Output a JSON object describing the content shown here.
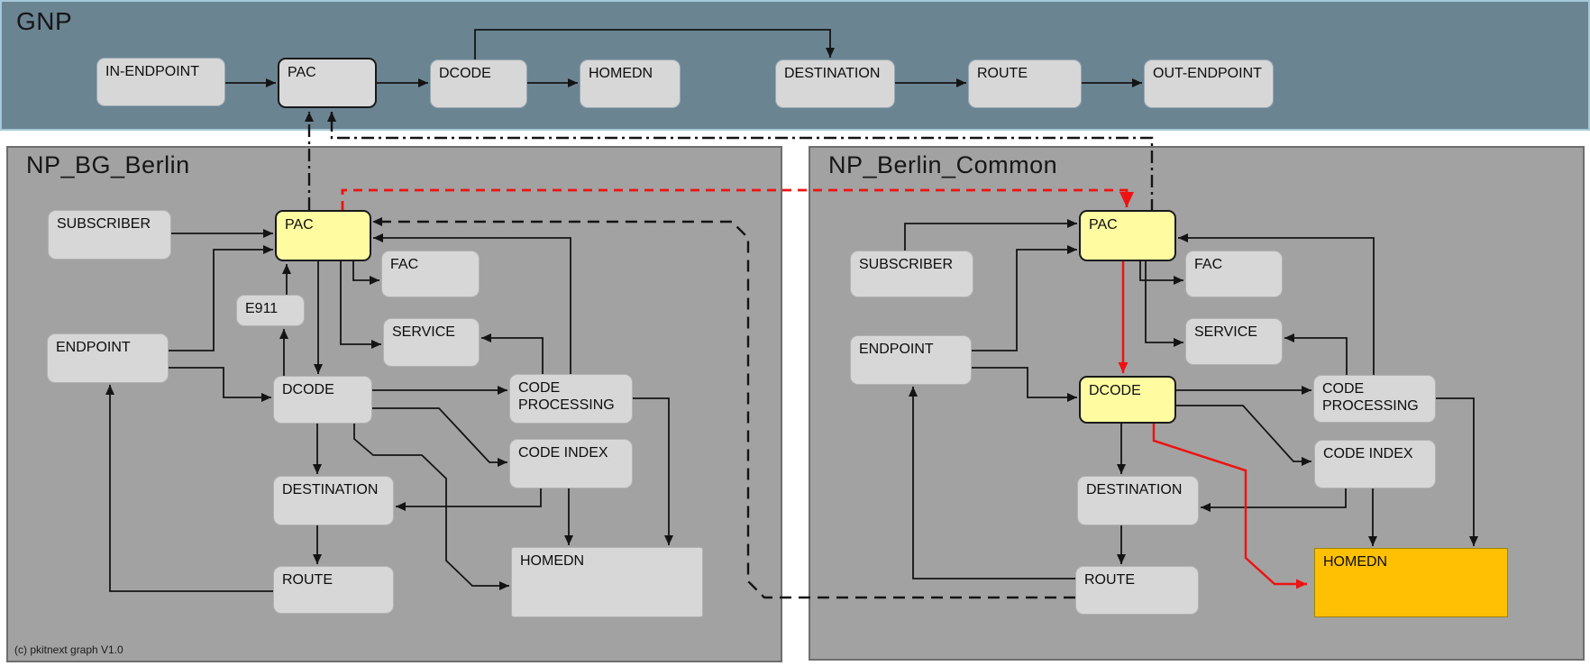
{
  "diagram": {
    "footer": "(c) pkitnext graph V1.0",
    "colors": {
      "gnp_bg": "#6b8492",
      "gnp_border": "#a5c9d8",
      "panel_bg": "#a2a2a2",
      "panel_border": "#6e6e6e",
      "node_bg": "#d7d7d7",
      "highlight_yellow": "#fffba1",
      "highlight_orange": "#ffc003",
      "line_black": "#141414",
      "line_red": "#ee1212",
      "gap_white": "#ffffff"
    },
    "panels": [
      {
        "id": "gnp",
        "title": "GNP",
        "nodes": [
          {
            "id": "gnp.in_endpoint",
            "label": "IN-ENDPOINT",
            "variant": "gnp"
          },
          {
            "id": "gnp.pac",
            "label": "PAC",
            "variant": "gnp-outlined"
          },
          {
            "id": "gnp.dcode",
            "label": "DCODE",
            "variant": "gnp"
          },
          {
            "id": "gnp.homedn",
            "label": "HOMEDN",
            "variant": "gnp"
          },
          {
            "id": "gnp.destination",
            "label": "DESTINATION",
            "variant": "gnp"
          },
          {
            "id": "gnp.route",
            "label": "ROUTE",
            "variant": "gnp"
          },
          {
            "id": "gnp.out_endpoint",
            "label": "OUT-ENDPOINT",
            "variant": "gnp"
          }
        ]
      },
      {
        "id": "np_bg_berlin",
        "title": "NP_BG_Berlin",
        "nodes": [
          {
            "id": "bg.subscriber",
            "label": "SUBSCRIBER",
            "variant": "plain"
          },
          {
            "id": "bg.pac",
            "label": "PAC",
            "variant": "yellow"
          },
          {
            "id": "bg.fac",
            "label": "FAC",
            "variant": "plain"
          },
          {
            "id": "bg.e911",
            "label": "E911",
            "variant": "plain"
          },
          {
            "id": "bg.service",
            "label": "SERVICE",
            "variant": "plain"
          },
          {
            "id": "bg.endpoint",
            "label": "ENDPOINT",
            "variant": "plain"
          },
          {
            "id": "bg.dcode",
            "label": "DCODE",
            "variant": "plain"
          },
          {
            "id": "bg.code_processing",
            "label": "CODE PROCESSING",
            "variant": "plain"
          },
          {
            "id": "bg.code_index",
            "label": "CODE INDEX",
            "variant": "plain"
          },
          {
            "id": "bg.destination",
            "label": "DESTINATION",
            "variant": "plain"
          },
          {
            "id": "bg.route",
            "label": "ROUTE",
            "variant": "plain"
          },
          {
            "id": "bg.homedn",
            "label": "HOMEDN",
            "variant": "wide"
          }
        ]
      },
      {
        "id": "np_berlin_common",
        "title": "NP_Berlin_Common",
        "nodes": [
          {
            "id": "cm.subscriber",
            "label": "SUBSCRIBER",
            "variant": "plain"
          },
          {
            "id": "cm.pac",
            "label": "PAC",
            "variant": "yellow"
          },
          {
            "id": "cm.fac",
            "label": "FAC",
            "variant": "plain"
          },
          {
            "id": "cm.service",
            "label": "SERVICE",
            "variant": "plain"
          },
          {
            "id": "cm.endpoint",
            "label": "ENDPOINT",
            "variant": "plain"
          },
          {
            "id": "cm.dcode",
            "label": "DCODE",
            "variant": "yellow"
          },
          {
            "id": "cm.code_processing",
            "label": "CODE PROCESSING",
            "variant": "plain"
          },
          {
            "id": "cm.code_index",
            "label": "CODE INDEX",
            "variant": "plain"
          },
          {
            "id": "cm.destination",
            "label": "DESTINATION",
            "variant": "plain"
          },
          {
            "id": "cm.route",
            "label": "ROUTE",
            "variant": "plain"
          },
          {
            "id": "cm.homedn",
            "label": "HOMEDN",
            "variant": "orange-wide"
          }
        ]
      }
    ],
    "edges": [
      {
        "id": "g1",
        "from": "gnp.in_endpoint",
        "to": "gnp.pac",
        "style": "solid"
      },
      {
        "id": "g2",
        "from": "gnp.pac",
        "to": "gnp.dcode",
        "style": "solid"
      },
      {
        "id": "g3",
        "from": "gnp.dcode",
        "to": "gnp.homedn",
        "style": "solid"
      },
      {
        "id": "g4",
        "from": "gnp.dcode",
        "to": "gnp.destination",
        "style": "solid"
      },
      {
        "id": "g5",
        "from": "gnp.destination",
        "to": "gnp.route",
        "style": "solid"
      },
      {
        "id": "g6",
        "from": "gnp.route",
        "to": "gnp.out_endpoint",
        "style": "solid"
      },
      {
        "id": "l1",
        "from": "bg.subscriber",
        "to": "bg.pac",
        "style": "solid"
      },
      {
        "id": "l2",
        "from": "bg.endpoint",
        "to": "bg.pac",
        "style": "solid"
      },
      {
        "id": "l3",
        "from": "bg.endpoint",
        "to": "bg.dcode",
        "style": "solid"
      },
      {
        "id": "l4",
        "from": "bg.route",
        "to": "bg.endpoint",
        "style": "solid"
      },
      {
        "id": "l5",
        "from": "bg.dcode",
        "to": "bg.e911",
        "style": "solid"
      },
      {
        "id": "l6",
        "from": "bg.e911",
        "to": "bg.pac",
        "style": "solid"
      },
      {
        "id": "l7",
        "from": "bg.pac",
        "to": "bg.dcode",
        "style": "solid"
      },
      {
        "id": "l8",
        "from": "bg.pac",
        "to": "bg.fac",
        "style": "solid"
      },
      {
        "id": "l9",
        "from": "bg.pac",
        "to": "bg.service",
        "style": "solid"
      },
      {
        "id": "l10",
        "from": "bg.code_processing",
        "to": "bg.pac",
        "style": "solid"
      },
      {
        "id": "l11",
        "from": "bg.code_processing",
        "to": "bg.service",
        "style": "solid"
      },
      {
        "id": "l12",
        "from": "bg.dcode",
        "to": "bg.code_processing",
        "style": "solid"
      },
      {
        "id": "l13",
        "from": "bg.dcode",
        "to": "bg.code_index",
        "style": "solid"
      },
      {
        "id": "l14",
        "from": "bg.dcode",
        "to": "bg.destination",
        "style": "solid"
      },
      {
        "id": "l15",
        "from": "bg.dcode",
        "to": "bg.homedn",
        "style": "solid"
      },
      {
        "id": "l16",
        "from": "bg.code_index",
        "to": "bg.destination",
        "style": "solid"
      },
      {
        "id": "l17",
        "from": "bg.code_index",
        "to": "bg.homedn",
        "style": "solid"
      },
      {
        "id": "l18",
        "from": "bg.code_processing",
        "to": "bg.homedn",
        "style": "solid"
      },
      {
        "id": "l19",
        "from": "bg.destination",
        "to": "bg.route",
        "style": "solid"
      },
      {
        "id": "r1",
        "from": "cm.subscriber",
        "to": "cm.pac",
        "style": "solid"
      },
      {
        "id": "r2",
        "from": "cm.endpoint",
        "to": "cm.pac",
        "style": "solid"
      },
      {
        "id": "r3",
        "from": "cm.endpoint",
        "to": "cm.dcode",
        "style": "solid"
      },
      {
        "id": "r4",
        "from": "cm.route",
        "to": "cm.endpoint",
        "style": "solid"
      },
      {
        "id": "r5",
        "from": "cm.pac",
        "to": "cm.dcode",
        "style": "red_solid"
      },
      {
        "id": "r6",
        "from": "cm.pac",
        "to": "cm.fac",
        "style": "solid"
      },
      {
        "id": "r7",
        "from": "cm.pac",
        "to": "cm.service",
        "style": "solid"
      },
      {
        "id": "r8",
        "from": "cm.code_processing",
        "to": "cm.pac",
        "style": "solid"
      },
      {
        "id": "r9",
        "from": "cm.code_processing",
        "to": "cm.service",
        "style": "solid"
      },
      {
        "id": "r10",
        "from": "cm.dcode",
        "to": "cm.code_processing",
        "style": "solid"
      },
      {
        "id": "r11",
        "from": "cm.dcode",
        "to": "cm.code_index",
        "style": "solid"
      },
      {
        "id": "r12",
        "from": "cm.dcode",
        "to": "cm.destination",
        "style": "solid"
      },
      {
        "id": "r13",
        "from": "cm.code_index",
        "to": "cm.destination",
        "style": "solid"
      },
      {
        "id": "r14",
        "from": "cm.code_index",
        "to": "cm.homedn",
        "style": "solid"
      },
      {
        "id": "r15",
        "from": "cm.code_processing",
        "to": "cm.homedn",
        "style": "solid"
      },
      {
        "id": "r16",
        "from": "cm.destination",
        "to": "cm.route",
        "style": "solid"
      },
      {
        "id": "r17",
        "from": "cm.dcode",
        "to": "cm.homedn",
        "style": "red_solid"
      },
      {
        "id": "x1",
        "from": "bg.pac",
        "to": "gnp.pac",
        "style": "dashdot"
      },
      {
        "id": "x2",
        "from": "cm.pac",
        "to": "gnp.pac",
        "style": "dashdot"
      },
      {
        "id": "x3",
        "from": "bg.pac",
        "to": "cm.pac",
        "style": "red_dashed"
      },
      {
        "id": "x4",
        "from": "cm.route",
        "to": "bg.pac",
        "style": "dashed"
      }
    ]
  }
}
